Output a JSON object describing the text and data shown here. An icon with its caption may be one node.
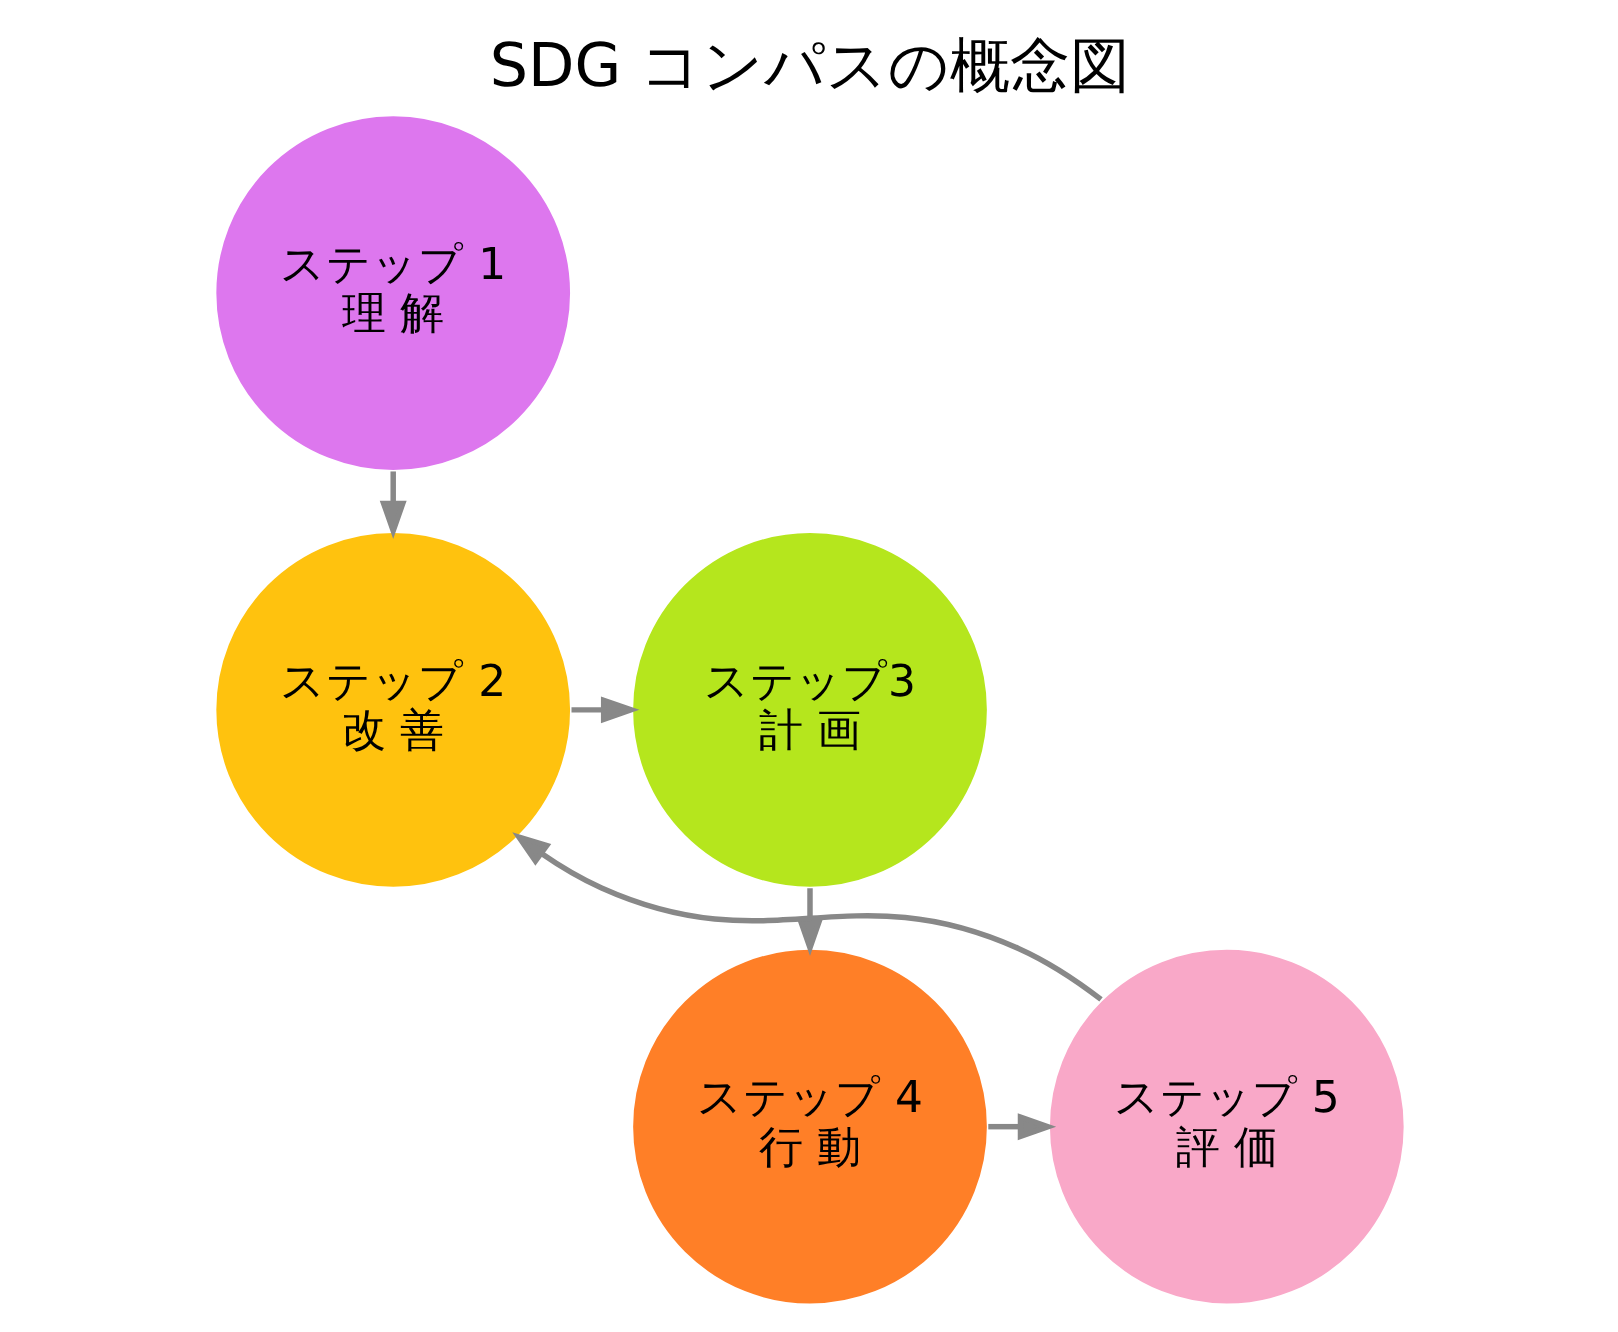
{
  "diagram": {
    "title": "SDG コンパスの概念図",
    "nodes": [
      {
        "text": [
          "ステップ 1",
          "理 解"
        ]
      },
      {
        "text": [
          "ステップ 2",
          "改 善"
        ]
      },
      {
        "text": [
          "ステップ3",
          "計 画"
        ]
      },
      {
        "text": [
          "ステップ 4",
          "行 動"
        ]
      },
      {
        "text": [
          "ステップ 5",
          "評 価"
        ]
      }
    ],
    "edges": [
      {
        "from": 0,
        "to": 1,
        "arrow": "to"
      },
      {
        "from": 1,
        "to": 2,
        "arrow": "to"
      },
      {
        "from": 2,
        "to": 3,
        "arrow": "to"
      },
      {
        "from": 3,
        "to": 4,
        "arrow": "to"
      },
      {
        "from": 4,
        "to": 1,
        "arrow": "to"
      }
    ]
  }
}
